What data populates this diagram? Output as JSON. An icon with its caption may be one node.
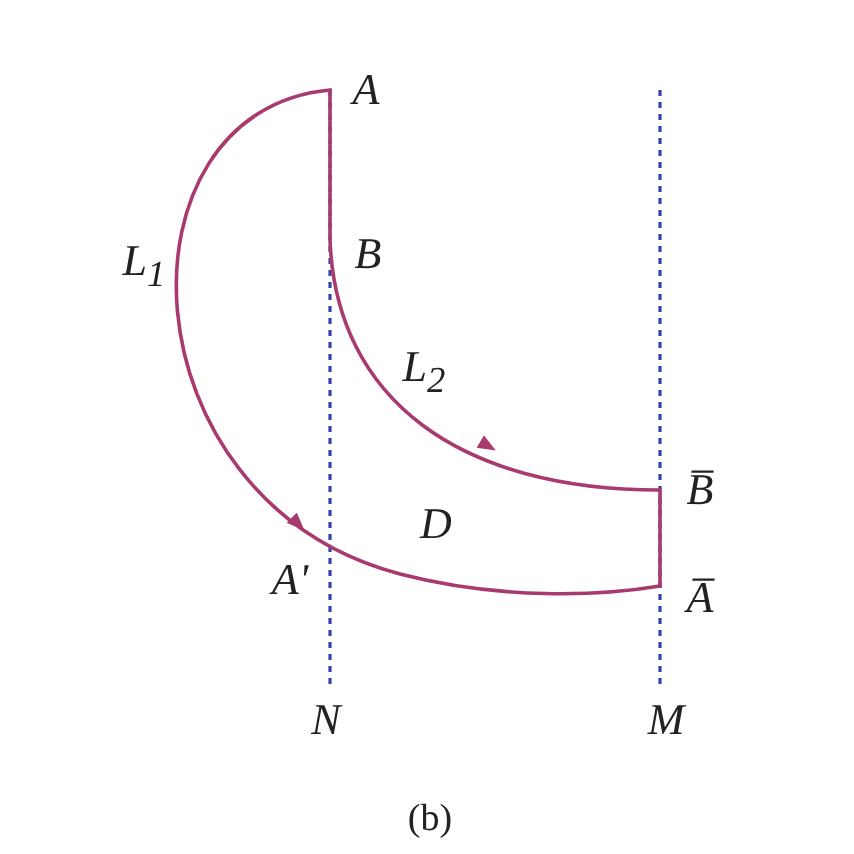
{
  "diagram": {
    "caption": "(b)",
    "labels": [
      "A",
      "L$_{1}$",
      "B",
      "L$_{2}$",
      "B̅",
      "D",
      "A'",
      "A̅",
      "N",
      "M"
    ]
  }
}
